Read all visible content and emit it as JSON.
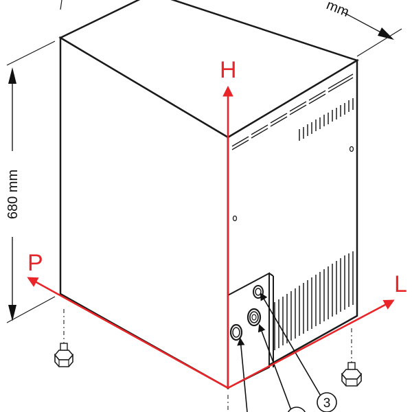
{
  "labels": {
    "height_dimension": "680 mm",
    "width_dimension_partial": "mm",
    "axis_h": "H",
    "axis_p": "P",
    "axis_l": "L",
    "callout_3": "3"
  },
  "colors": {
    "axis_red": "#e8262a",
    "line": "#1a1a1a",
    "fill": "#ffffff"
  },
  "icons": {
    "foot_left": "hex-foot-icon",
    "foot_right": "hex-foot-icon",
    "inlet": "water-fitting-icon"
  }
}
